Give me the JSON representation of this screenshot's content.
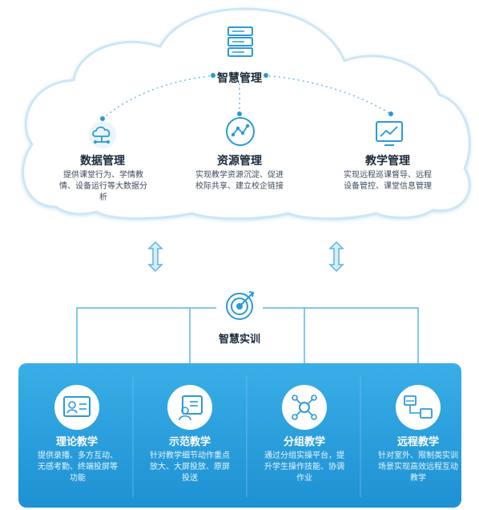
{
  "cloud": {
    "title": "智慧管理",
    "items": [
      {
        "title": "数据管理",
        "desc": "提供课堂行为、学情教情、设备运行等大数据分析",
        "icon": "cloud-network-icon"
      },
      {
        "title": "资源管理",
        "desc": "实现教学资源沉淀、促进校际共享、建立校企链接",
        "icon": "share-nodes-icon"
      },
      {
        "title": "教学管理",
        "desc": "实现远程巡课督导、远程设备管控、课堂信息管理",
        "icon": "monitor-chart-icon"
      }
    ],
    "top_icon": "server-icon"
  },
  "hub": {
    "title": "智慧实训",
    "icon": "target-icon"
  },
  "bottom": {
    "items": [
      {
        "title": "理论教学",
        "desc": "提供录播、多方互动、无感考勤、终端投屏等功能",
        "icon": "id-card-icon"
      },
      {
        "title": "示范教学",
        "desc": "针对教学细节动作重点放大、大屏投放、原屏投送",
        "icon": "teacher-board-icon"
      },
      {
        "title": "分组教学",
        "desc": "通过分组实操平台，提升学生操作技能、协调作业",
        "icon": "group-nodes-icon"
      },
      {
        "title": "远程教学",
        "desc": "针对室外、限制类实训场景实现高效远程互动教学",
        "icon": "remote-screens-icon"
      }
    ]
  },
  "colors": {
    "accent": "#2a9ad6",
    "panel": "#2fa6e0",
    "panel_dark": "#1b8fd0",
    "cloud_border": "#cfe7f6",
    "line": "#5ab4e5"
  }
}
